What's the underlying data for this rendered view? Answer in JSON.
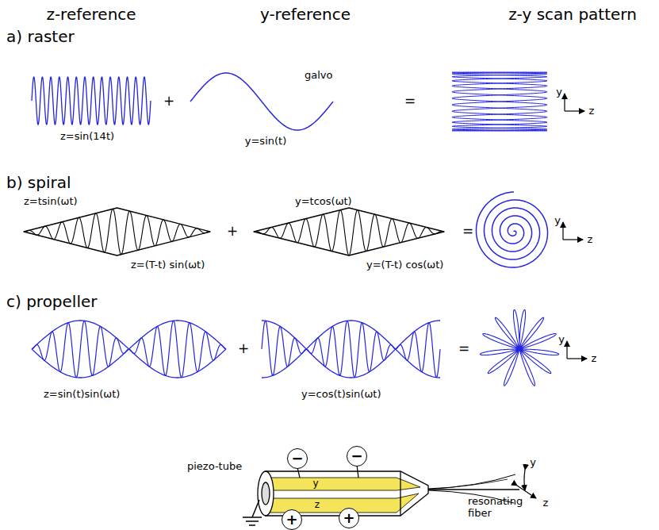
{
  "diagram": {
    "nodes": [
      {
        "text": [
          "−"
        ]
      },
      {
        "text": [
          "−"
        ]
      },
      {
        "text": [
          "+"
        ]
      },
      {
        "text": [
          "+"
        ]
      }
    ],
    "labels": [
      "z-reference",
      "y-reference",
      "z-y scan pattern",
      "a) raster",
      "z=sin(14t)",
      "+",
      "galvo",
      "y=sin(t)",
      "=",
      "y",
      "z",
      "b) spiral",
      "z=tsin(ωt)",
      "y=tcos(ωt)",
      "z=(T-t) sin(ωt)",
      "+",
      "y=(T-t) cos(ωt)",
      "=",
      "y",
      "z",
      "c) propeller",
      "z=sin(t)sin(ωt)",
      "+",
      "y=cos(t)sin(ωt)",
      "=",
      "y",
      "z",
      "piezo-tube",
      "y",
      "z",
      "resonating fiber",
      "y",
      "z"
    ]
  }
}
